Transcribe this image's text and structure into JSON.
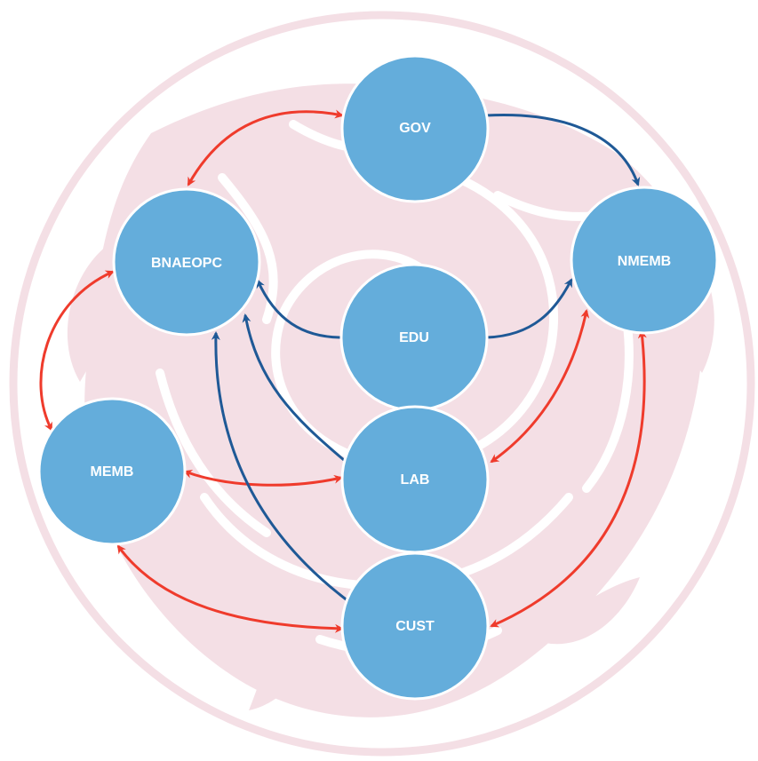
{
  "colors": {
    "background": "#ffffff",
    "rose_watermark": "#f4dfe5",
    "rose_watermark_lines": "#ffffff",
    "node_fill": "#64addb",
    "node_stroke": "#ffffff",
    "label": "#ffffff",
    "bidirectional_arrow": "#ef3b2c",
    "directed_arrow": "#1f5996"
  },
  "watermark": {
    "icon": "rose-logo"
  },
  "nodes": [
    {
      "id": "gov",
      "label": "GOV"
    },
    {
      "id": "bnaeopc",
      "label": "BNAEOPC"
    },
    {
      "id": "nmemb",
      "label": "NMEMB"
    },
    {
      "id": "edu",
      "label": "EDU"
    },
    {
      "id": "memb",
      "label": "MEMB"
    },
    {
      "id": "lab",
      "label": "LAB"
    },
    {
      "id": "cust",
      "label": "CUST"
    }
  ],
  "edges": [
    {
      "from": "gov",
      "to": "bnaeopc",
      "style": "bidirectional"
    },
    {
      "from": "gov",
      "to": "nmemb",
      "style": "directed"
    },
    {
      "from": "edu",
      "to": "bnaeopc",
      "style": "directed"
    },
    {
      "from": "edu",
      "to": "nmemb",
      "style": "directed"
    },
    {
      "from": "bnaeopc",
      "to": "memb",
      "style": "bidirectional"
    },
    {
      "from": "memb",
      "to": "lab",
      "style": "bidirectional"
    },
    {
      "from": "lab",
      "to": "bnaeopc",
      "style": "directed"
    },
    {
      "from": "cust",
      "to": "bnaeopc",
      "style": "directed"
    },
    {
      "from": "lab",
      "to": "nmemb",
      "style": "bidirectional"
    },
    {
      "from": "nmemb",
      "to": "cust",
      "style": "bidirectional"
    },
    {
      "from": "memb",
      "to": "cust",
      "style": "bidirectional"
    }
  ]
}
